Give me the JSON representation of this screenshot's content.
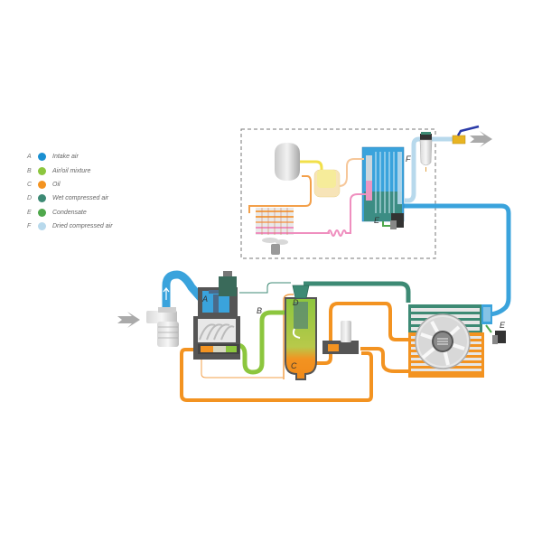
{
  "legend": [
    {
      "letter": "A",
      "label": "Intake air",
      "color": "#1a8fd1"
    },
    {
      "letter": "B",
      "label": "Air/oil mixture",
      "color": "#8cc63e"
    },
    {
      "letter": "C",
      "label": "Oil",
      "color": "#f39321"
    },
    {
      "letter": "D",
      "label": "Wet compressed air",
      "color": "#3d8a74"
    },
    {
      "letter": "E",
      "label": "Condensate",
      "color": "#4fa84c"
    },
    {
      "letter": "F",
      "label": "Dried compressed air",
      "color": "#b8d9ec"
    }
  ],
  "diagram_labels": {
    "A": "A",
    "B": "B",
    "C": "C",
    "D": "D",
    "E_dryer": "E",
    "E_cooler": "E",
    "F": "F"
  },
  "colors": {
    "intake_air": "#3aa3dc",
    "air_oil": "#8cc63e",
    "oil": "#f39321",
    "wet_air": "#3d8a74",
    "condensate": "#4fa84c",
    "dried_air": "#b8d9ec",
    "refrigerant_hot": "#f3a04a",
    "refrigerant_cold": "#ef8fbf",
    "refrigerant_gas": "#f2e04a",
    "housing": "#555555"
  }
}
